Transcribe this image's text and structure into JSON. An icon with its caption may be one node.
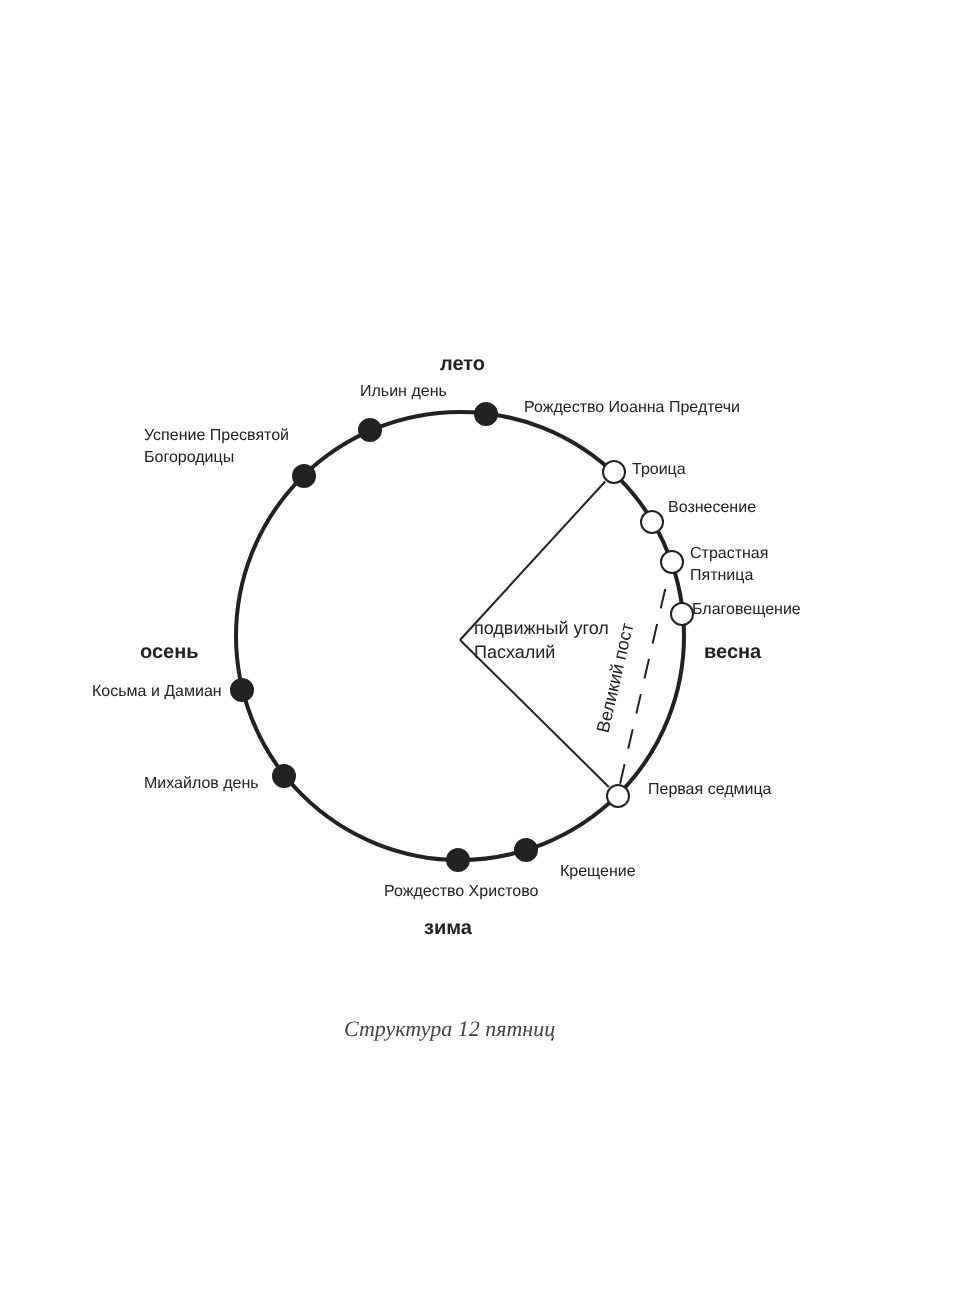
{
  "diagram": {
    "caption": "Структура 12 пятниц",
    "nodes": [
      {
        "text": [],
        "shape": "dot",
        "beside": [
          "Рождество Иоанна Предтечи"
        ]
      },
      {
        "text": [],
        "shape": "circle",
        "beside": [
          "Троица"
        ]
      },
      {
        "text": [],
        "shape": "circle",
        "beside": [
          "Вознесение"
        ]
      },
      {
        "text": [],
        "shape": "circle",
        "beside": [
          "Страстная Пятница"
        ]
      },
      {
        "text": [],
        "shape": "circle",
        "beside": [
          "Благовещение"
        ]
      },
      {
        "text": [
          "подвижный угол Пасхалий"
        ]
      },
      {
        "text": [],
        "shape": "circle",
        "beside": [
          "Первая седмица"
        ]
      },
      {
        "text": [],
        "shape": "dot",
        "beside": [
          "Крещение"
        ]
      },
      {
        "text": [],
        "shape": "dot",
        "beside": [
          "Рождество Христово"
        ]
      },
      {
        "text": [],
        "shape": "dot",
        "beside": [
          "Михайлов день"
        ]
      },
      {
        "text": [],
        "shape": "dot",
        "beside": [
          "Косьма и Дамиан"
        ]
      },
      {
        "text": [],
        "shape": "dot",
        "beside": [
          "Успение Пресвятой Богородицы"
        ]
      },
      {
        "text": [],
        "shape": "dot",
        "beside": [
          "Ильин день"
        ]
      }
    ],
    "edges": [
      {
        "from": 1,
        "to": 5,
        "arrow": "none"
      },
      {
        "from": 5,
        "to": 6,
        "arrow": "none"
      },
      {
        "from": 6,
        "to": 3,
        "arrow": "none",
        "style": "dashed",
        "label": "Великий пост"
      }
    ],
    "labels": [
      "лето",
      "весна",
      "осень",
      "зима"
    ]
  }
}
